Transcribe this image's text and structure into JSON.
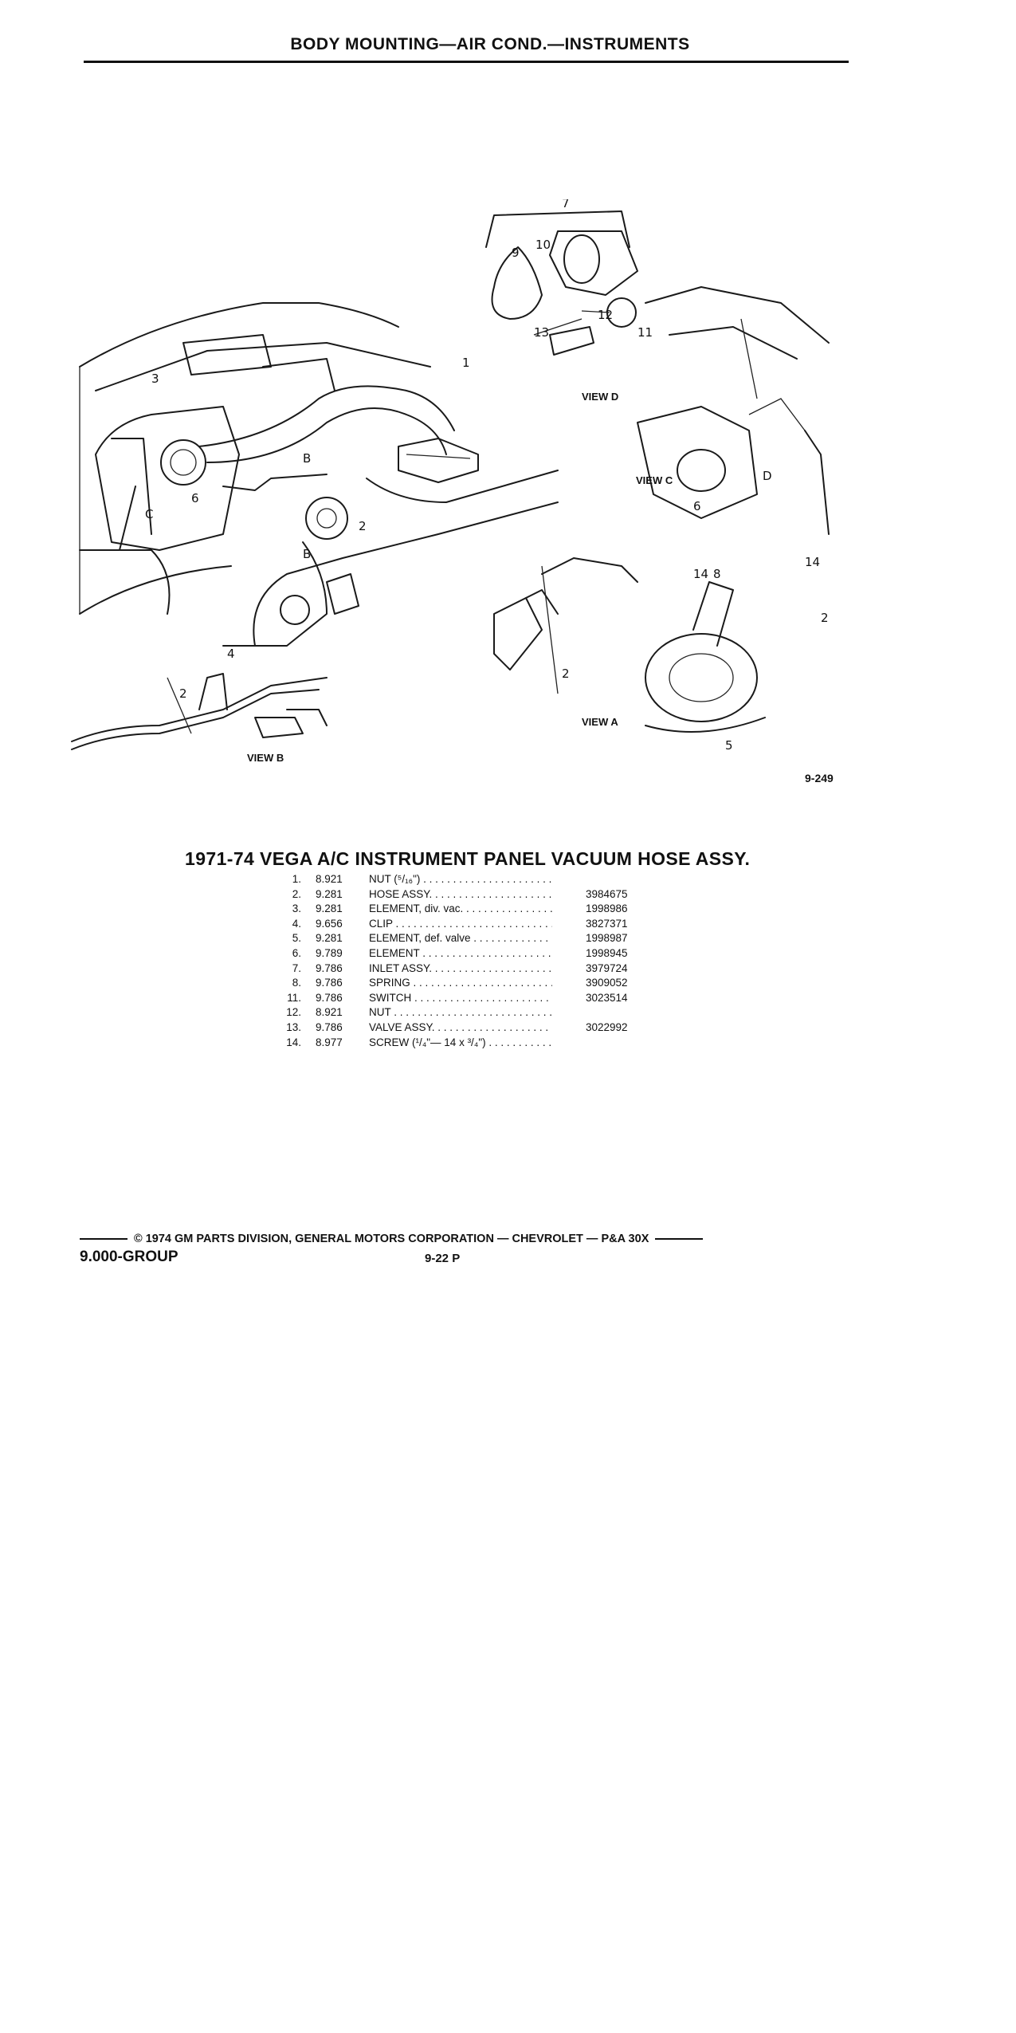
{
  "header": {
    "title": "BODY MOUNTING—AIR COND.—INSTRUMENTS"
  },
  "figure": {
    "number": "9-249",
    "views": [
      "VIEW D",
      "VIEW C",
      "VIEW B",
      "VIEW A"
    ],
    "callouts": [
      "1",
      "2",
      "3",
      "4",
      "5",
      "6",
      "7",
      "8",
      "9",
      "10",
      "11",
      "12",
      "13",
      "14",
      "B",
      "B",
      "C",
      "D"
    ]
  },
  "parts": {
    "title": "1971-74 VEGA A/C INSTRUMENT PANEL VACUUM HOSE ASSY.",
    "rows": [
      {
        "num": "1.",
        "group": "8.921",
        "desc": "NUT (⁵/₁₆\")",
        "pn": ""
      },
      {
        "num": "2.",
        "group": "9.281",
        "desc": "HOSE ASSY.",
        "pn": "3984675"
      },
      {
        "num": "3.",
        "group": "9.281",
        "desc": "ELEMENT, div. vac.",
        "pn": "1998986"
      },
      {
        "num": "4.",
        "group": "9.656",
        "desc": "CLIP",
        "pn": "3827371"
      },
      {
        "num": "5.",
        "group": "9.281",
        "desc": "ELEMENT, def. valve",
        "pn": "1998987"
      },
      {
        "num": "6.",
        "group": "9.789",
        "desc": "ELEMENT",
        "pn": "1998945"
      },
      {
        "num": "7.",
        "group": "9.786",
        "desc": "INLET ASSY.",
        "pn": "3979724"
      },
      {
        "num": "8.",
        "group": "9.786",
        "desc": "SPRING",
        "pn": "3909052"
      },
      {
        "num": "11.",
        "group": "9.786",
        "desc": "SWITCH",
        "pn": "3023514"
      },
      {
        "num": "12.",
        "group": "8.921",
        "desc": "NUT",
        "pn": ""
      },
      {
        "num": "13.",
        "group": "9.786",
        "desc": "VALVE ASSY.",
        "pn": "3022992"
      },
      {
        "num": "14.",
        "group": "8.977",
        "desc": "SCREW (¹/₄\"— 14 x ³/₄\")",
        "pn": ""
      }
    ]
  },
  "footer": {
    "copyright": "© 1974 GM PARTS DIVISION, GENERAL MOTORS CORPORATION — CHEVROLET — P&A 30X",
    "group": "9.000-GROUP",
    "page": "9-22 P"
  }
}
